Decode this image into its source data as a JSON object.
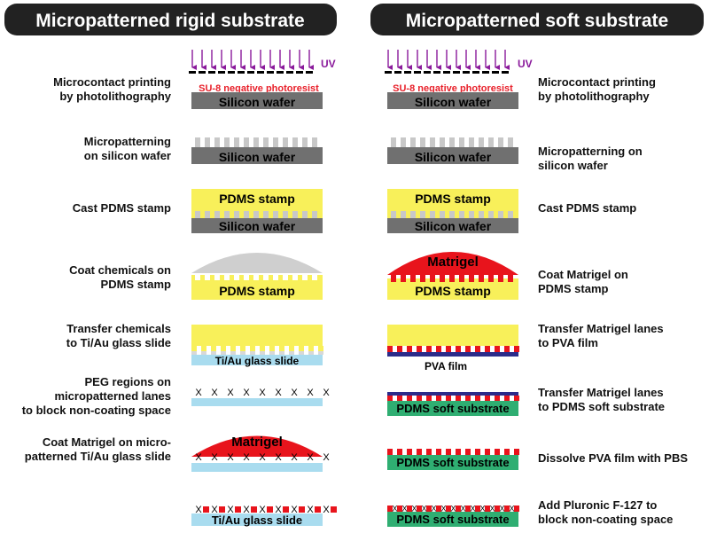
{
  "headers": {
    "left": "Micropatterned rigid substrate",
    "right": "Micropatterned soft substrate"
  },
  "common": {
    "uv": "UV",
    "photoresist": "SU-8 negative photoresist",
    "silicon_wafer": "Silicon wafer",
    "pdms_stamp": "PDMS stamp",
    "matrigel": "Matrigel",
    "tiau_slide": "Ti/Au glass slide",
    "pva_film": "PVA film",
    "pdms_soft": "PDMS soft substrate"
  },
  "left_steps": [
    [
      "Microcontact printing",
      "by photolithography"
    ],
    [
      "Micropatterning",
      "on silicon wafer"
    ],
    [
      "Cast PDMS stamp"
    ],
    [
      "Coat chemicals on",
      "PDMS stamp"
    ],
    [
      "Transfer chemicals",
      "to Ti/Au glass slide"
    ],
    [
      "PEG regions on",
      "micropatterned lanes",
      "to block non-coating space"
    ],
    [
      "Coat Matrigel on micro-",
      "patterned Ti/Au glass slide"
    ]
  ],
  "right_steps": [
    [
      "Microcontact printing",
      "by photolithography"
    ],
    [
      "Micropatterning on",
      "silicon wafer"
    ],
    [
      "Cast PDMS stamp"
    ],
    [
      "Coat Matrigel on",
      "PDMS stamp"
    ],
    [
      "Transfer Matrigel lanes",
      "to PVA film"
    ],
    [
      "Transfer Matrigel lanes",
      "to PDMS soft substrate"
    ],
    [
      "Dissolve PVA film with PBS"
    ],
    [
      "Add Pluronic F-127 to",
      "block non-coating space"
    ]
  ],
  "colors": {
    "header_bg": "#222222",
    "silicon": "#707070",
    "resist": "#c8c8c8",
    "pdms": "#f8f05a",
    "matrigel": "#e8141c",
    "glass": "#a9dcef",
    "pva": "#2b2b8a",
    "soft": "#2fae72",
    "uv_arrows": "#8a1a9b"
  }
}
